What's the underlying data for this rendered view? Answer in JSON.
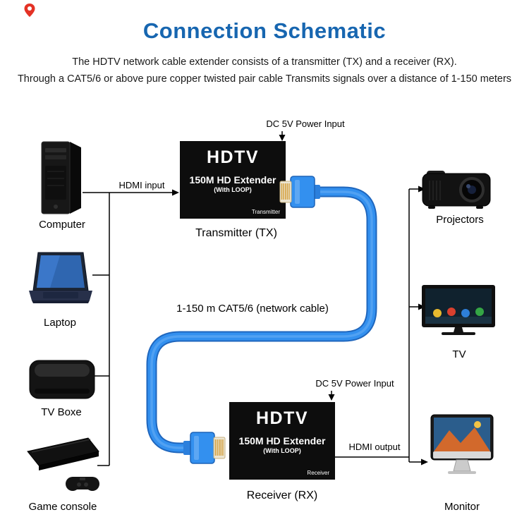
{
  "header": {
    "title": "Connection Schematic",
    "subtitle_line1": "The HDTV network cable extender consists of a transmitter (TX) and a receiver (RX).",
    "subtitle_line2": "Through a CAT5/6 or above pure copper twisted pair cable Transmits signals over a distance of 1-150 meters"
  },
  "extender": {
    "brand": "HDTV",
    "model": "150M HD Extender",
    "loop_note": "(With LOOP)",
    "transmitter_tag": "Transmitter",
    "receiver_tag": "Receiver",
    "transmitter_caption": "Transmitter (TX)",
    "receiver_caption": "Receiver (RX)"
  },
  "connections": {
    "power_label_tx": "DC 5V Power Input",
    "power_label_rx": "DC 5V Power Input",
    "hdmi_input_label": "HDMI input",
    "hdmi_output_label": "HDMI output",
    "cable_label": "1-150 m CAT5/6 (network cable)"
  },
  "devices": {
    "sources": [
      {
        "label": "Computer"
      },
      {
        "label": "Laptop"
      },
      {
        "label": "TV Boxe"
      },
      {
        "label": "Game console"
      }
    ],
    "displays": [
      {
        "label": "Projectors"
      },
      {
        "label": "TV"
      },
      {
        "label": "Monitor"
      }
    ]
  },
  "colors": {
    "title": "#1766b0",
    "cable": "#3390ef",
    "cable_outline": "#1f66bd",
    "extender_box": "#0d0d0d"
  }
}
